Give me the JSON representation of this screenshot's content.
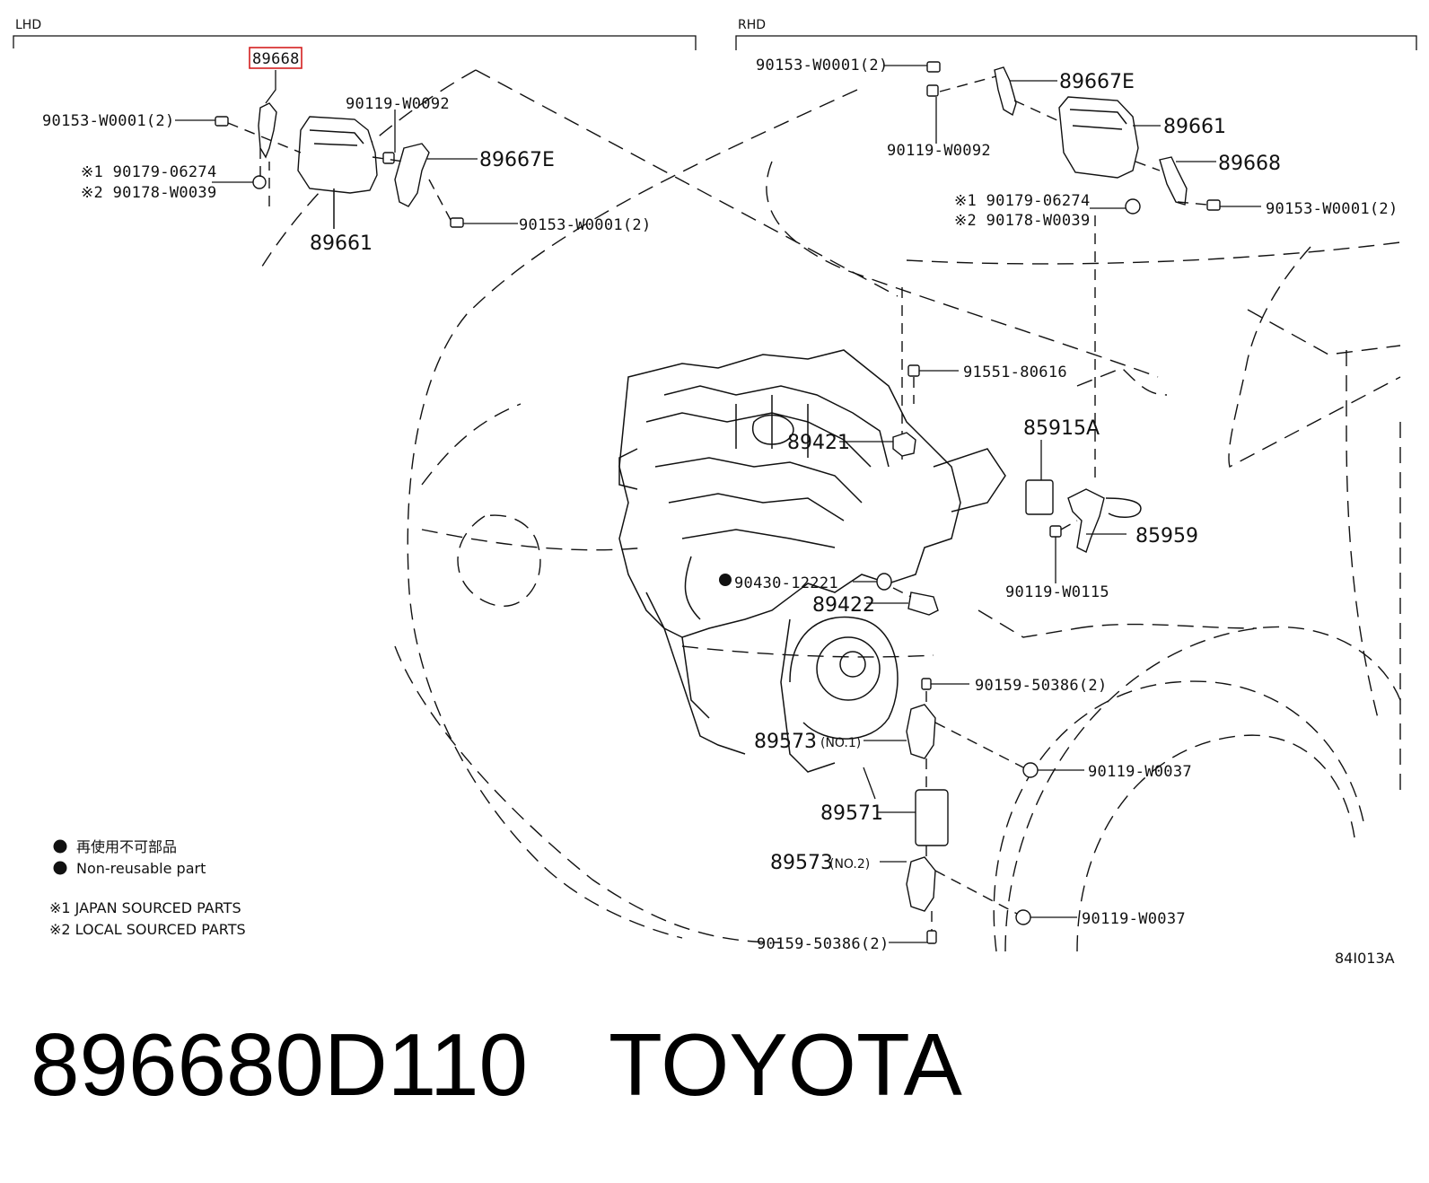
{
  "sections": {
    "lhd": "LHD",
    "rhd": "RHD"
  },
  "labels": {
    "lhd_89668": "89668",
    "lhd_90153_top": "90153-W0001(2)",
    "lhd_90119": "90119-W0092",
    "lhd_89667e": "89667E",
    "lhd_90179": "※1 90179-06274",
    "lhd_90178": "※2 90178-W0039",
    "lhd_90153_bottom": "90153-W0001(2)",
    "lhd_89661": "89661",
    "rhd_90153_top": "90153-W0001(2)",
    "rhd_89667e": "89667E",
    "rhd_90119": "90119-W0092",
    "rhd_89661": "89661",
    "rhd_89668": "89668",
    "rhd_90179": "※1 90179-06274",
    "rhd_90178": "※2 90178-W0039",
    "rhd_90153_right": "90153-W0001(2)",
    "p91551": "91551-80616",
    "p85915a": "85915A",
    "p89421": "89421",
    "p85959": "85959",
    "p90119_w0115": "90119-W0115",
    "p90430": "90430-12221",
    "p89422": "89422",
    "p90159_top": "90159-50386(2)",
    "p89573_no1": "89573",
    "p89573_no1_suffix": "(NO.1)",
    "p90119_w0037_a": "90119-W0037",
    "p89571": "89571",
    "p89573_no2": "89573",
    "p89573_no2_suffix": "(NO.2)",
    "p90119_w0037_b": "90119-W0037",
    "p90159_bottom": "90159-50386(2)"
  },
  "legend": {
    "nonreusable_jp": "再使用不可部品",
    "nonreusable_en": "Non-reusable part",
    "note1": "※1 JAPAN SOURCED PARTS",
    "note2": "※2 LOCAL SOURCED PARTS"
  },
  "figure_code": "84I013A",
  "footer": {
    "part_number": "896680D110",
    "brand": "TOYOTA"
  },
  "highlight_color": "#d42020"
}
